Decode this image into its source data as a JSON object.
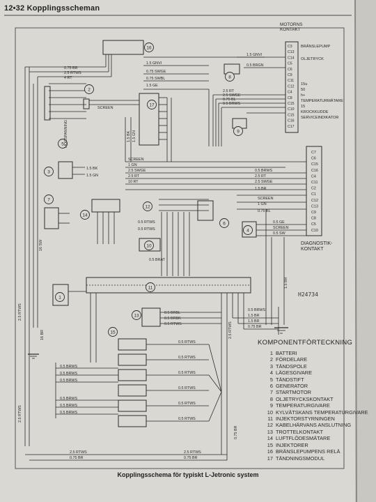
{
  "header": {
    "title": "12•32  Kopplingsscheman"
  },
  "caption": "Kopplingsschema för typiskt L-Jetronic system",
  "reference_code": "H24734",
  "component_list": {
    "title": "KOMPONENTFÖRTECKNING",
    "items": [
      {
        "num": "1",
        "name": "BATTERI"
      },
      {
        "num": "2",
        "name": "FÖRDELARE"
      },
      {
        "num": "3",
        "name": "TÄNDSPOLE"
      },
      {
        "num": "4",
        "name": "LÄGESGIVARE"
      },
      {
        "num": "5",
        "name": "TÄNDSTIFT"
      },
      {
        "num": "6",
        "name": "GENERATOR"
      },
      {
        "num": "7",
        "name": "STARTMOTOR"
      },
      {
        "num": "8",
        "name": "OLJETRYCKSKONTAKT"
      },
      {
        "num": "9",
        "name": "TEMPERATURGIVARE"
      },
      {
        "num": "10",
        "name": "KYLVÄTSKANS TEMPERATURGIVARE"
      },
      {
        "num": "11",
        "name": "INJEKTORSTYRNINGEN"
      },
      {
        "num": "12",
        "name": "KABELHÄRVANS ANSLUTNING"
      },
      {
        "num": "13",
        "name": "TROTTELKONTAKT"
      },
      {
        "num": "14",
        "name": "LUFTFLÖDESMÄTARE"
      },
      {
        "num": "15",
        "name": "INJEKTORER"
      },
      {
        "num": "16",
        "name": "BRÄNSLEPUMPENS RELÄ"
      },
      {
        "num": "17",
        "name": "TÄNDNINGSMODUL"
      }
    ]
  },
  "motor_contact": {
    "title": [
      "MOTORNS",
      "KONTAKT"
    ],
    "pins": [
      "C3",
      "C13",
      "C14",
      "C5",
      "C6",
      "C9",
      "C11",
      "C12",
      "C4",
      "C8",
      "C15",
      "C10",
      "C15",
      "C16",
      "C17"
    ],
    "labels": [
      "BRÄNSLEPUMP",
      "OLJETRYCK",
      "15u",
      "50",
      "h+",
      "TEMPERATURMÄTARE",
      "15",
      "KROCKKUDDE",
      "SERVICEINDIKATOR"
    ]
  },
  "diag_contact": {
    "title": [
      "DIAGNOSTIK-",
      "KONTAKT"
    ],
    "pins": [
      "C7",
      "C6",
      "C15",
      "C16",
      "C4",
      "C11",
      "C2",
      "C1",
      "C12",
      "C13",
      "C9",
      "C8",
      "C5",
      "C10"
    ]
  },
  "component_numbers": [
    "1",
    "2",
    "3",
    "4",
    "5",
    "6",
    "7",
    "8",
    "9",
    "10",
    "11",
    "12",
    "13",
    "14",
    "15",
    "16",
    "17"
  ],
  "wire_labels": {
    "w1": "0.75 BR",
    "w2": "2.5 RTWS",
    "w3": "4 RT",
    "w4": "1.5 GNVI",
    "w5": "0.75 SWGE",
    "w6": "0.75 SWBL",
    "w7": "1.5 GE",
    "w8": "1.5 GNVI",
    "w9": "0.5 BRGN",
    "w10": "2.5 RT",
    "w11": "2.5 SWGE",
    "w12": "0.75 BL",
    "w13": "0.5 BRWS",
    "w14": "SCREEN",
    "w15": "HOGSPANNING",
    "w16": "1.5 BK",
    "w17": "1.5 GN",
    "w18": "SCREEN",
    "w19": "1 GN",
    "w20": "2.5 SWGE",
    "w21": "2.5 RT",
    "w22": "10 RT",
    "w23": "0.5 BRWS",
    "w24": "2.5 RT",
    "w25": "2.5 SWGE",
    "w26": "1.5 BR",
    "w27": "SCREEN",
    "w28": "1 GN",
    "w29": "0.75 BL",
    "w30": "0.5 GE",
    "w31": "SCREEN",
    "w32": "0.5 SW",
    "w33": "0.5 RTWS",
    "w34": "0.5 RTWS",
    "w35": "0.5 BRAT",
    "w36": "0.5 BRBL",
    "w37": "0.5 BRBK",
    "w38": "0.5 RTWS",
    "w39": "0.5 BRWS",
    "w40": "1.5 BR",
    "w41": "1.5 BR",
    "w42": "0.75 BR",
    "w43": "0.5 BRWS",
    "w44": "0.5 BRWS",
    "w45": "0.5 BRWS",
    "w46": "0.5 BRWS",
    "w47": "0.5 BRWS",
    "w48": "0.5 BRWS",
    "w49": "0.5 RTWS",
    "w50": "0.5 RTWS",
    "w51": "0.5 RTWS",
    "w52": "0.5 RTWS",
    "w53": "0.5 RTWS",
    "w54": "0.5 RTWS",
    "w55": "2.5 RTWS",
    "w56": "0.75 BR",
    "w57": "2.5 RTWS",
    "w58": "0.75 BR",
    "w59": "16 SW",
    "w60": "16 BR",
    "w61": "2.5 RTWS",
    "w62": "2.5 RTWS",
    "w63": "1.5 BK",
    "w64": "1.5 GN",
    "w65": "0.75 BR",
    "w66": "1.5 BR",
    "w67": "2.5 RTWS"
  },
  "colors": {
    "paper": "#d9d8d2",
    "ink": "#2a2a2a",
    "border": "#555555"
  }
}
